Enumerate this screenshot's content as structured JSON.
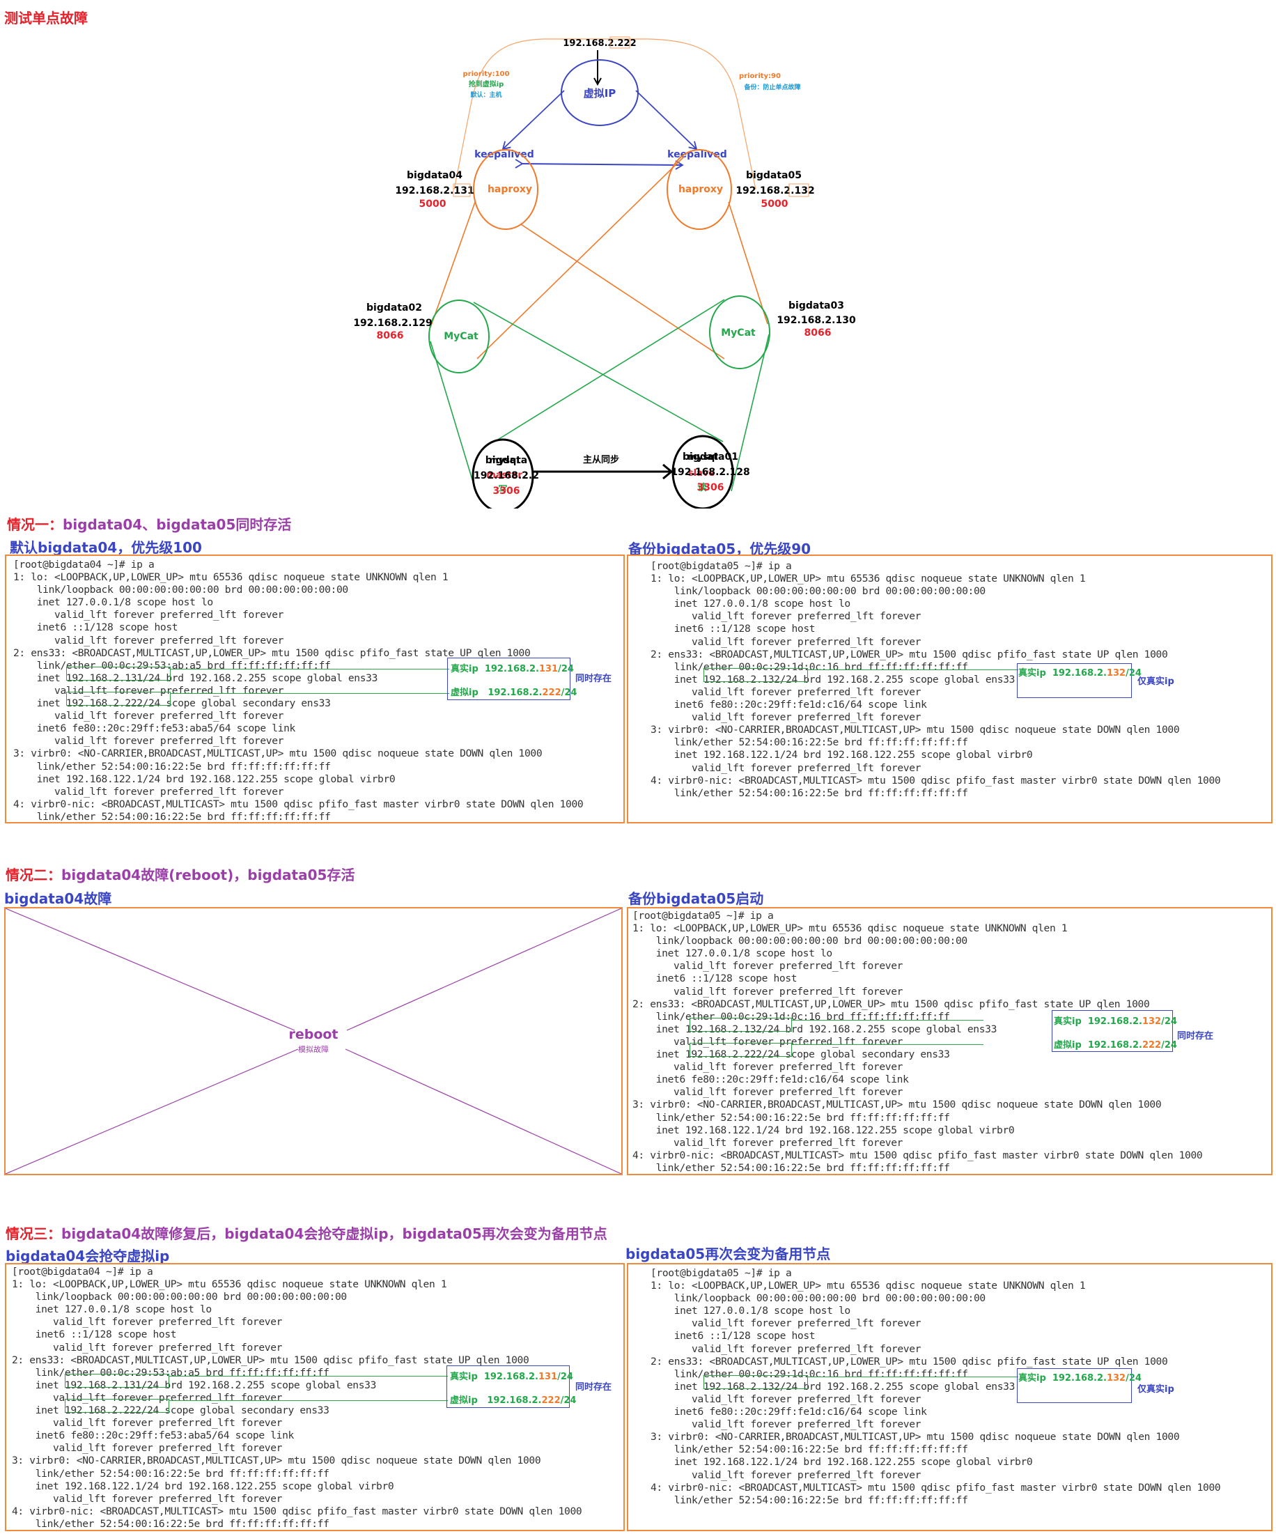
{
  "page_title": "测试单点故障",
  "diagram": {
    "vip_address": "192.168.2.222",
    "vip_label": "虚拟IP",
    "left_notes": {
      "priority": "priority:100",
      "grab": "抢到虚拟ip",
      "default": "默认：主机"
    },
    "right_notes": {
      "priority": "priority:90",
      "backup": "备份：防止单点故障"
    },
    "keepalived_label": "keepalived",
    "haproxy_label": "haproxy",
    "mycat_label": "MyCat",
    "mysql_label": "mysql",
    "sync_label": "主从同步",
    "nodes": {
      "bigdata04": {
        "name": "bigdata04",
        "ip": "192.168.2.131",
        "port": "5000"
      },
      "bigdata05": {
        "name": "bigdata05",
        "ip": "192.168.2.132",
        "port": "5000"
      },
      "bigdata02": {
        "name": "bigdata02",
        "ip": "192.168.2.129",
        "port": "8066"
      },
      "bigdata03": {
        "name": "bigdata03",
        "ip": "192.168.2.130",
        "port": "8066"
      },
      "bigdata": {
        "name": "bigdata",
        "ip": "192.168.2.2",
        "port": "3306",
        "role": "master",
        "mode": "写"
      },
      "bigdata01": {
        "name": "bigdata01",
        "ip": "192.168.2.128",
        "port": "3306",
        "role": "slave",
        "mode": "读"
      }
    }
  },
  "case1": {
    "heading_lead": "情况一：",
    "heading_rest": "bigdata04、bigdata05同时存活",
    "left_title": "默认bigdata04，优先级100",
    "right_title": "备份bigdata05，优先级90",
    "left_terminal": "[root@bigdata04 ~]# ip a\n1: lo: <LOOPBACK,UP,LOWER_UP> mtu 65536 qdisc noqueue state UNKNOWN qlen 1\n    link/loopback 00:00:00:00:00:00 brd 00:00:00:00:00:00\n    inet 127.0.0.1/8 scope host lo\n       valid_lft forever preferred_lft forever\n    inet6 ::1/128 scope host\n       valid_lft forever preferred_lft forever\n2: ens33: <BROADCAST,MULTICAST,UP,LOWER_UP> mtu 1500 qdisc pfifo_fast state UP qlen 1000\n    link/ether 00:0c:29:53:ab:a5 brd ff:ff:ff:ff:ff:ff\n    inet 192.168.2.131/24 brd 192.168.2.255 scope global ens33\n       valid_lft forever preferred_lft forever\n    inet 192.168.2.222/24 scope global secondary ens33\n       valid_lft forever preferred_lft forever\n    inet6 fe80::20c:29ff:fe53:aba5/64 scope link\n       valid_lft forever preferred_lft forever\n3: virbr0: <NO-CARRIER,BROADCAST,MULTICAST,UP> mtu 1500 qdisc noqueue state DOWN qlen 1000\n    link/ether 52:54:00:16:22:5e brd ff:ff:ff:ff:ff:ff\n    inet 192.168.122.1/24 brd 192.168.122.255 scope global virbr0\n       valid_lft forever preferred_lft forever\n4: virbr0-nic: <BROADCAST,MULTICAST> mtu 1500 qdisc pfifo_fast master virbr0 state DOWN qlen 1000\n    link/ether 52:54:00:16:22:5e brd ff:ff:ff:ff:ff:ff",
    "right_terminal": "[root@bigdata05 ~]# ip a\n1: lo: <LOOPBACK,UP,LOWER_UP> mtu 65536 qdisc noqueue state UNKNOWN qlen 1\n    link/loopback 00:00:00:00:00:00 brd 00:00:00:00:00:00\n    inet 127.0.0.1/8 scope host lo\n       valid_lft forever preferred_lft forever\n    inet6 ::1/128 scope host\n       valid_lft forever preferred_lft forever\n2: ens33: <BROADCAST,MULTICAST,UP,LOWER_UP> mtu 1500 qdisc pfifo_fast state UP qlen 1000\n    link/ether 00:0c:29:1d:0c:16 brd ff:ff:ff:ff:ff:ff\n    inet 192.168.2.132/24 brd 192.168.2.255 scope global ens33\n       valid_lft forever preferred_lft forever\n    inet6 fe80::20c:29ff:fe1d:c16/64 scope link\n       valid_lft forever preferred_lft forever\n3: virbr0: <NO-CARRIER,BROADCAST,MULTICAST,UP> mtu 1500 qdisc noqueue state DOWN qlen 1000\n    link/ether 52:54:00:16:22:5e brd ff:ff:ff:ff:ff:ff\n    inet 192.168.122.1/24 brd 192.168.122.255 scope global virbr0\n       valid_lft forever preferred_lft forever\n4: virbr0-nic: <BROADCAST,MULTICAST> mtu 1500 qdisc pfifo_fast master virbr0 state DOWN qlen 1000\n    link/ether 52:54:00:16:22:5e brd ff:ff:ff:ff:ff:ff",
    "left_annotation": {
      "real_label": "真实ip",
      "real_prefix": "192.168.2.",
      "real_suffix": "131",
      "real_mask": "/24",
      "virtual_label": "虚拟ip",
      "virtual_prefix": "192.168.2.",
      "virtual_suffix": "222",
      "virtual_mask": "/24",
      "side_note": "同时存在"
    },
    "right_annotation": {
      "real_label": "真实ip",
      "real_prefix": "192.168.2.",
      "real_suffix": "132",
      "real_mask": "/24",
      "side_note": "仅真实ip"
    }
  },
  "case2": {
    "heading_lead": "情况二：",
    "heading_rest": "bigdata04故障(reboot)，bigdata05存活",
    "left_title": "bigdata04故障",
    "right_title": "备份bigdata05启动",
    "reboot_label": "reboot",
    "reboot_sub": "模拟故障",
    "right_terminal": "[root@bigdata05 ~]# ip a\n1: lo: <LOOPBACK,UP,LOWER_UP> mtu 65536 qdisc noqueue state UNKNOWN qlen 1\n    link/loopback 00:00:00:00:00:00 brd 00:00:00:00:00:00\n    inet 127.0.0.1/8 scope host lo\n       valid_lft forever preferred_lft forever\n    inet6 ::1/128 scope host\n       valid_lft forever preferred_lft forever\n2: ens33: <BROADCAST,MULTICAST,UP,LOWER_UP> mtu 1500 qdisc pfifo_fast state UP qlen 1000\n    link/ether 00:0c:29:1d:0c:16 brd ff:ff:ff:ff:ff:ff\n    inet 192.168.2.132/24 brd 192.168.2.255 scope global ens33\n       valid_lft forever preferred_lft forever\n    inet 192.168.2.222/24 scope global secondary ens33\n       valid_lft forever preferred_lft forever\n    inet6 fe80::20c:29ff:fe1d:c16/64 scope link\n       valid_lft forever preferred_lft forever\n3: virbr0: <NO-CARRIER,BROADCAST,MULTICAST,UP> mtu 1500 qdisc noqueue state DOWN qlen 1000\n    link/ether 52:54:00:16:22:5e brd ff:ff:ff:ff:ff:ff\n    inet 192.168.122.1/24 brd 192.168.122.255 scope global virbr0\n       valid_lft forever preferred_lft forever\n4: virbr0-nic: <BROADCAST,MULTICAST> mtu 1500 qdisc pfifo_fast master virbr0 state DOWN qlen 1000\n    link/ether 52:54:00:16:22:5e brd ff:ff:ff:ff:ff:ff",
    "right_annotation": {
      "real_label": "真实ip",
      "real_prefix": "192.168.2.",
      "real_suffix": "132",
      "real_mask": "/24",
      "virtual_label": "虚拟ip",
      "virtual_prefix": "192.168.2.",
      "virtual_suffix": "222",
      "virtual_mask": "/24",
      "side_note": "同时存在"
    }
  },
  "case3": {
    "heading_lead": "情况三：",
    "heading_rest": "bigdata04故障修复后，bigdata04会抢夺虚拟ip，bigdata05再次会变为备用节点",
    "left_title": "bigdata04会抢夺虚拟ip",
    "right_title": "bigdata05再次会变为备用节点",
    "left_terminal": "[root@bigdata04 ~]# ip a\n1: lo: <LOOPBACK,UP,LOWER_UP> mtu 65536 qdisc noqueue state UNKNOWN qlen 1\n    link/loopback 00:00:00:00:00:00 brd 00:00:00:00:00:00\n    inet 127.0.0.1/8 scope host lo\n       valid_lft forever preferred_lft forever\n    inet6 ::1/128 scope host\n       valid_lft forever preferred_lft forever\n2: ens33: <BROADCAST,MULTICAST,UP,LOWER_UP> mtu 1500 qdisc pfifo_fast state UP qlen 1000\n    link/ether 00:0c:29:53:ab:a5 brd ff:ff:ff:ff:ff:ff\n    inet 192.168.2.131/24 brd 192.168.2.255 scope global ens33\n       valid_lft forever preferred_lft forever\n    inet 192.168.2.222/24 scope global secondary ens33\n       valid_lft forever preferred_lft forever\n    inet6 fe80::20c:29ff:fe53:aba5/64 scope link\n       valid_lft forever preferred_lft forever\n3: virbr0: <NO-CARRIER,BROADCAST,MULTICAST,UP> mtu 1500 qdisc noqueue state DOWN qlen 1000\n    link/ether 52:54:00:16:22:5e brd ff:ff:ff:ff:ff:ff\n    inet 192.168.122.1/24 brd 192.168.122.255 scope global virbr0\n       valid_lft forever preferred_lft forever\n4: virbr0-nic: <BROADCAST,MULTICAST> mtu 1500 qdisc pfifo_fast master virbr0 state DOWN qlen 1000\n    link/ether 52:54:00:16:22:5e brd ff:ff:ff:ff:ff:ff",
    "right_terminal": "[root@bigdata05 ~]# ip a\n1: lo: <LOOPBACK,UP,LOWER_UP> mtu 65536 qdisc noqueue state UNKNOWN qlen 1\n    link/loopback 00:00:00:00:00:00 brd 00:00:00:00:00:00\n    inet 127.0.0.1/8 scope host lo\n       valid_lft forever preferred_lft forever\n    inet6 ::1/128 scope host\n       valid_lft forever preferred_lft forever\n2: ens33: <BROADCAST,MULTICAST,UP,LOWER_UP> mtu 1500 qdisc pfifo_fast state UP qlen 1000\n    link/ether 00:0c:29:1d:0c:16 brd ff:ff:ff:ff:ff:ff\n    inet 192.168.2.132/24 brd 192.168.2.255 scope global ens33\n       valid_lft forever preferred_lft forever\n    inet6 fe80::20c:29ff:fe1d:c16/64 scope link\n       valid_lft forever preferred_lft forever\n3: virbr0: <NO-CARRIER,BROADCAST,MULTICAST,UP> mtu 1500 qdisc noqueue state DOWN qlen 1000\n    link/ether 52:54:00:16:22:5e brd ff:ff:ff:ff:ff:ff\n    inet 192.168.122.1/24 brd 192.168.122.255 scope global virbr0\n       valid_lft forever preferred_lft forever\n4: virbr0-nic: <BROADCAST,MULTICAST> mtu 1500 qdisc pfifo_fast master virbr0 state DOWN qlen 1000\n    link/ether 52:54:00:16:22:5e brd ff:ff:ff:ff:ff:ff",
    "left_annotation": {
      "real_label": "真实ip",
      "real_prefix": "192.168.2.",
      "real_suffix": "131",
      "real_mask": "/24",
      "virtual_label": "虚拟ip",
      "virtual_prefix": "192.168.2.",
      "virtual_suffix": "222",
      "virtual_mask": "/24",
      "side_note": "同时存在"
    },
    "right_annotation": {
      "real_label": "真实ip",
      "real_prefix": "192.168.2.",
      "real_suffix": "132",
      "real_mask": "/24",
      "side_note": "仅真实ip"
    }
  },
  "colors": {
    "red": "#e8202a",
    "purple": "#9b3fa8",
    "blue": "#3a45c4",
    "orange": "#f07a2a",
    "green": "#22a84a",
    "sky": "#1e9ad6"
  }
}
